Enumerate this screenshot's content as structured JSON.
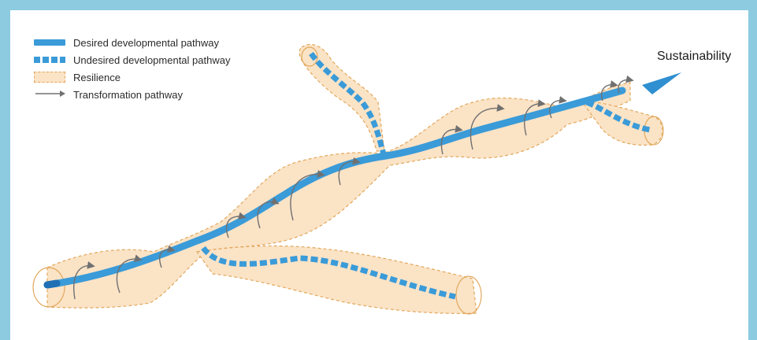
{
  "legend": {
    "items": [
      {
        "label": "Desired developmental pathway",
        "icon": "solid-line-swatch"
      },
      {
        "label": "Undesired developmental pathway",
        "icon": "dashed-line-swatch"
      },
      {
        "label": "Resilience",
        "icon": "resilience-swatch"
      },
      {
        "label": "Transformation pathway",
        "icon": "arrow-swatch"
      }
    ]
  },
  "endpoint_label": "Sustainability",
  "colors": {
    "pathway": "#3a9bd8",
    "pathway_dark": "#1f6fb5",
    "resilience_fill": "#fbe3c6",
    "resilience_stroke": "#e1a85c",
    "transform_arrow": "#707070",
    "frame": "#8ccbe0"
  }
}
